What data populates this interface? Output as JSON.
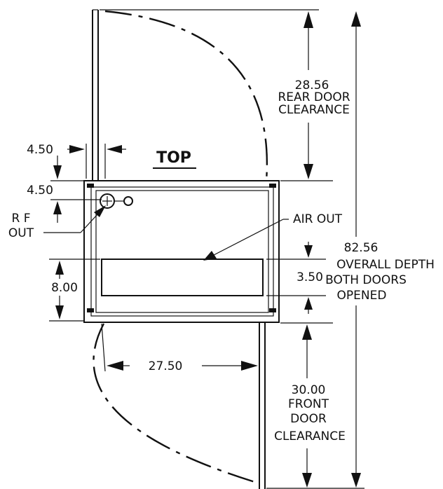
{
  "title": "TOP",
  "colors": {
    "ink": "#111111",
    "paper": "#ffffff"
  },
  "labels": {
    "rear_value": "28.56",
    "rear_line1": "REAR DOOR",
    "rear_line2": "CLEARANCE",
    "side_left_value": "4.50",
    "side_top_value": "4.50",
    "rf_line1": "R F",
    "rf_line2": "OUT",
    "air_out": "AIR OUT",
    "overall_value": "82.56",
    "overall_line1": "OVERALL DEPTH",
    "overall_line2": "BOTH DOORS",
    "overall_line3": "OPENED",
    "vent_height": "3.50",
    "bottom_offset": "8.00",
    "width": "27.50",
    "front_value": "30.00",
    "front_line1": "FRONT",
    "front_line2": "DOOR",
    "front_line3": "CLEARANCE"
  }
}
